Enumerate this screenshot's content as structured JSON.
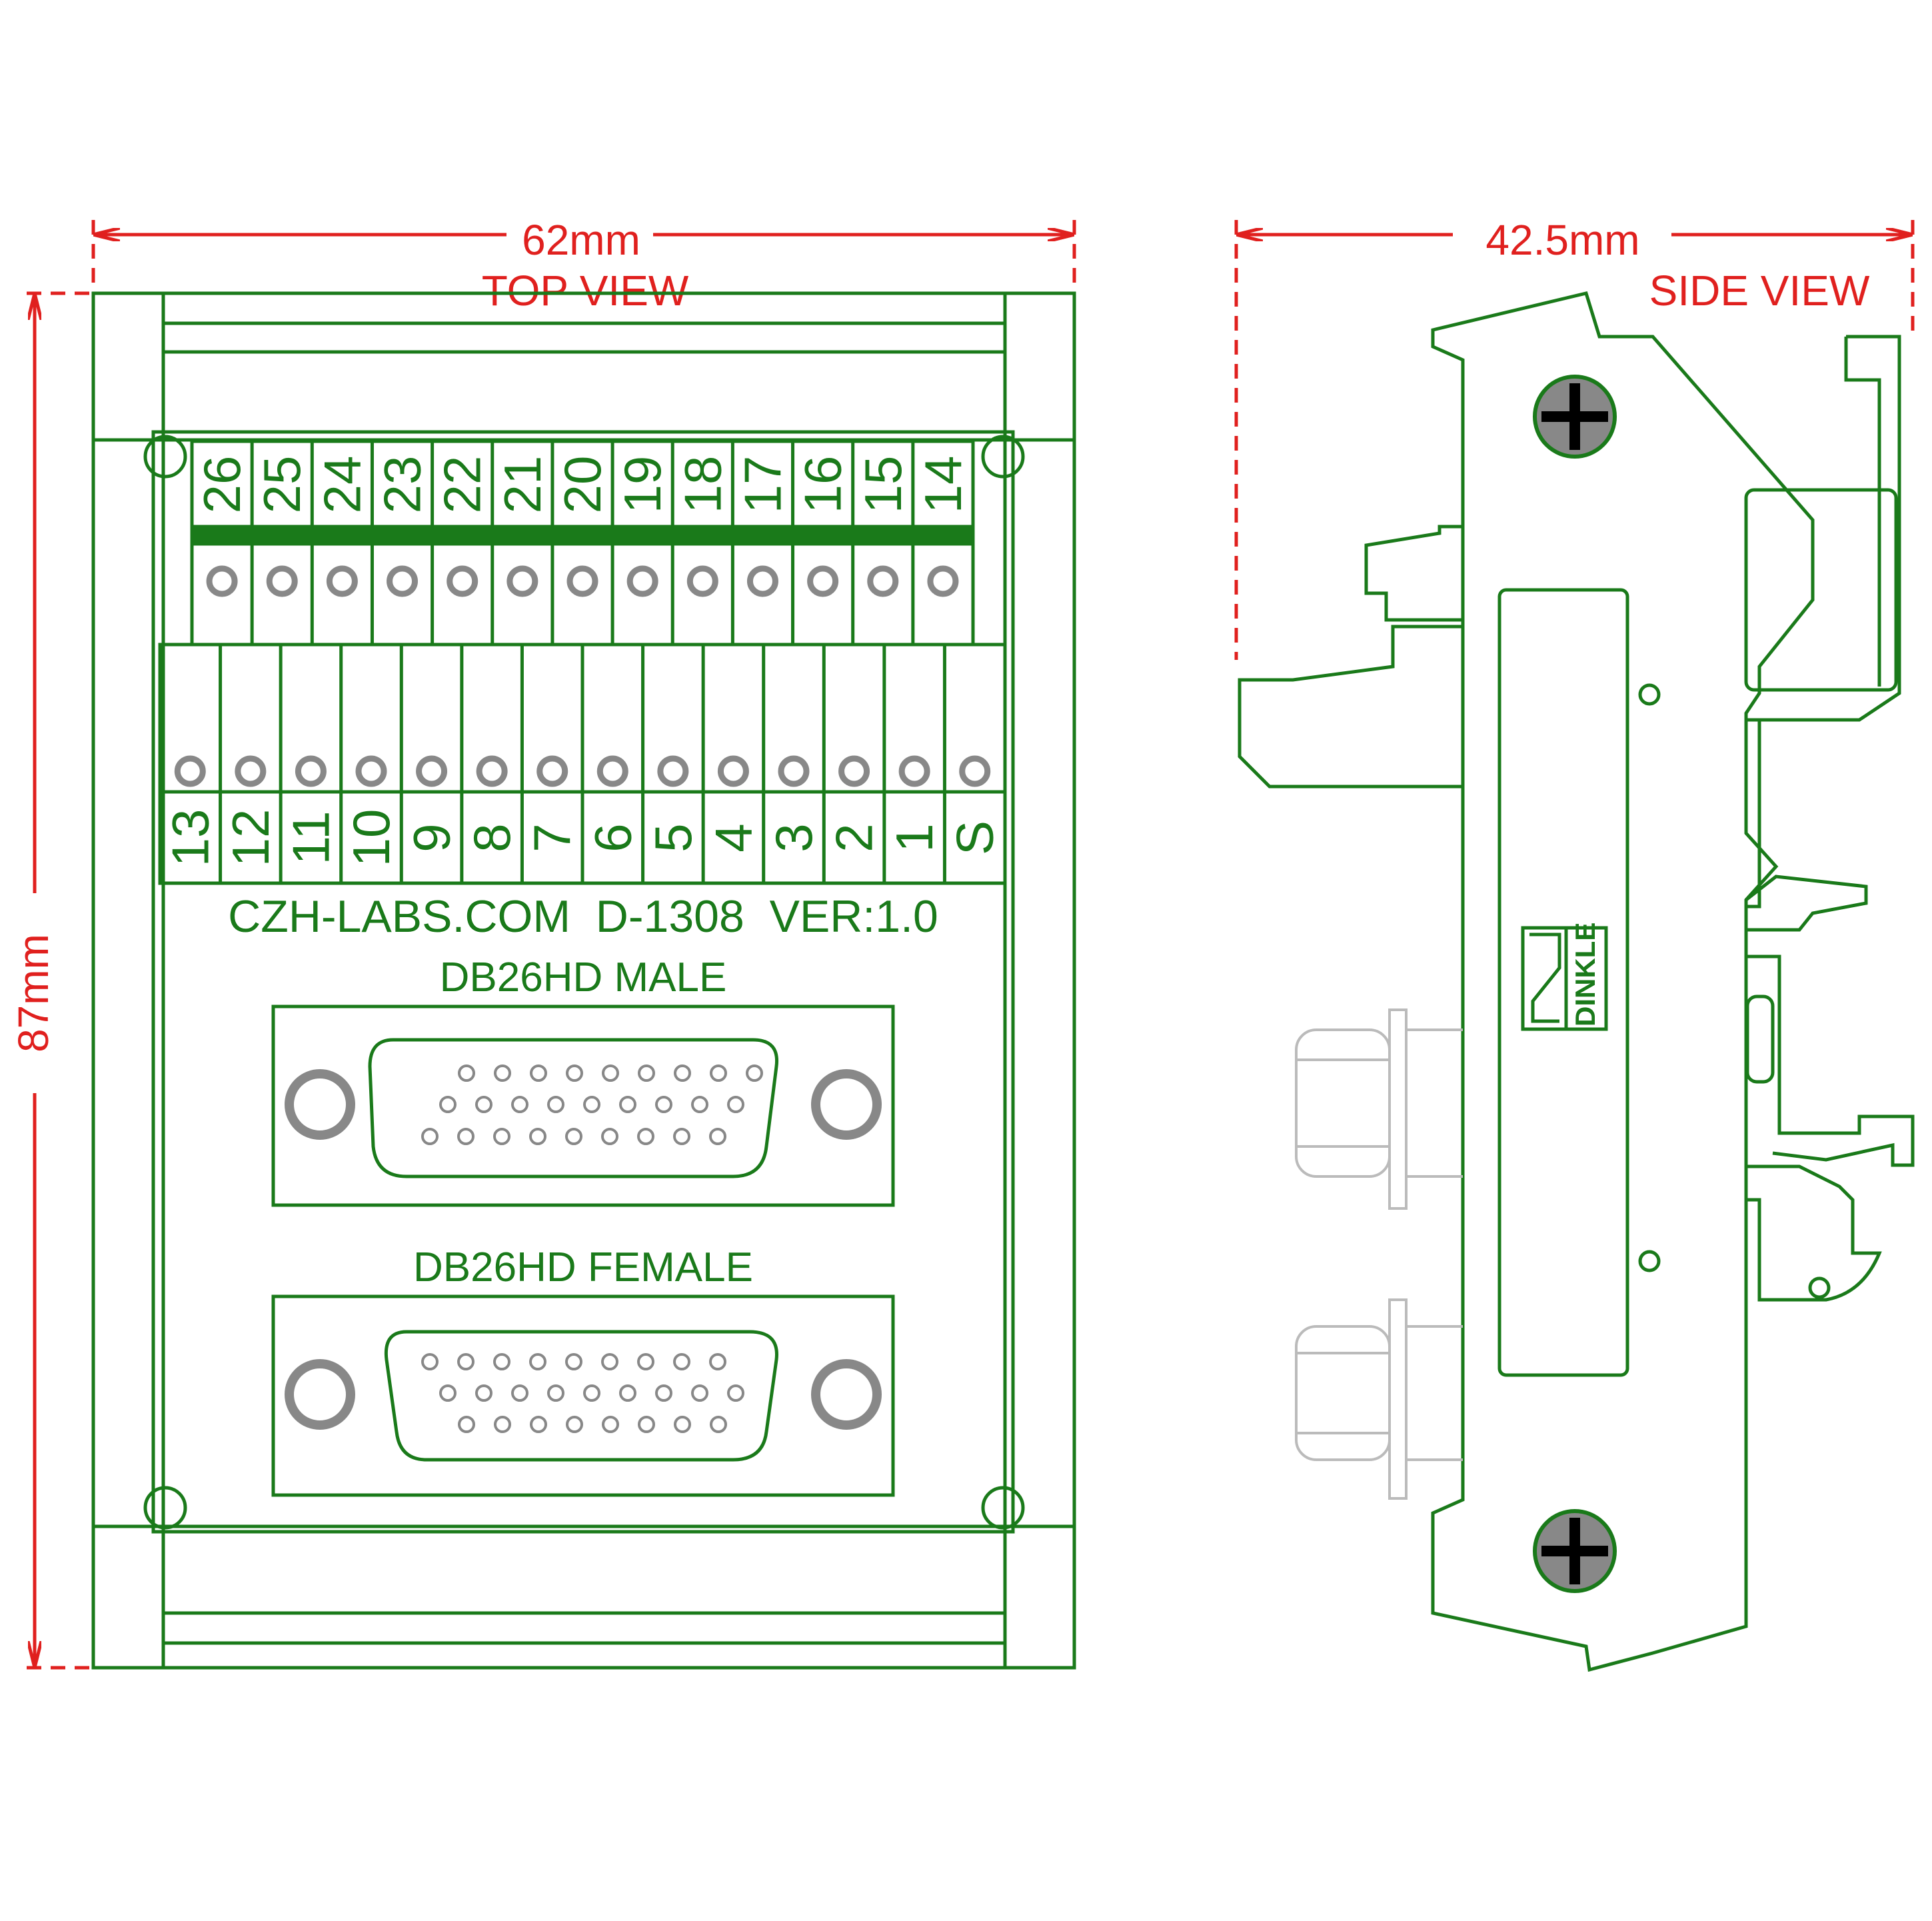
{
  "dimensions": {
    "top_width": "62mm",
    "side_width": "42.5mm",
    "height": "87mm"
  },
  "views": {
    "top": "TOP VIEW",
    "side": "SIDE VIEW"
  },
  "board": {
    "label": "CZH-LABS.COM  D-1308  VER:1.0",
    "connector_male": "DB26HD MALE",
    "connector_female": "DB26HD FEMALE",
    "logo": "DINKLE"
  },
  "terminals": {
    "top_row": [
      "26",
      "25",
      "24",
      "23",
      "22",
      "21",
      "20",
      "19",
      "18",
      "17",
      "16",
      "15",
      "14"
    ],
    "bottom_row": [
      "13",
      "12",
      "11",
      "10",
      "9",
      "8",
      "7",
      "6",
      "5",
      "4",
      "3",
      "2",
      "1",
      "S"
    ]
  },
  "colors": {
    "outline": "#1a7a1a",
    "dimension": "#e0201e",
    "screw_fill": "#888888",
    "hidden_line": "#bbbbbb"
  }
}
